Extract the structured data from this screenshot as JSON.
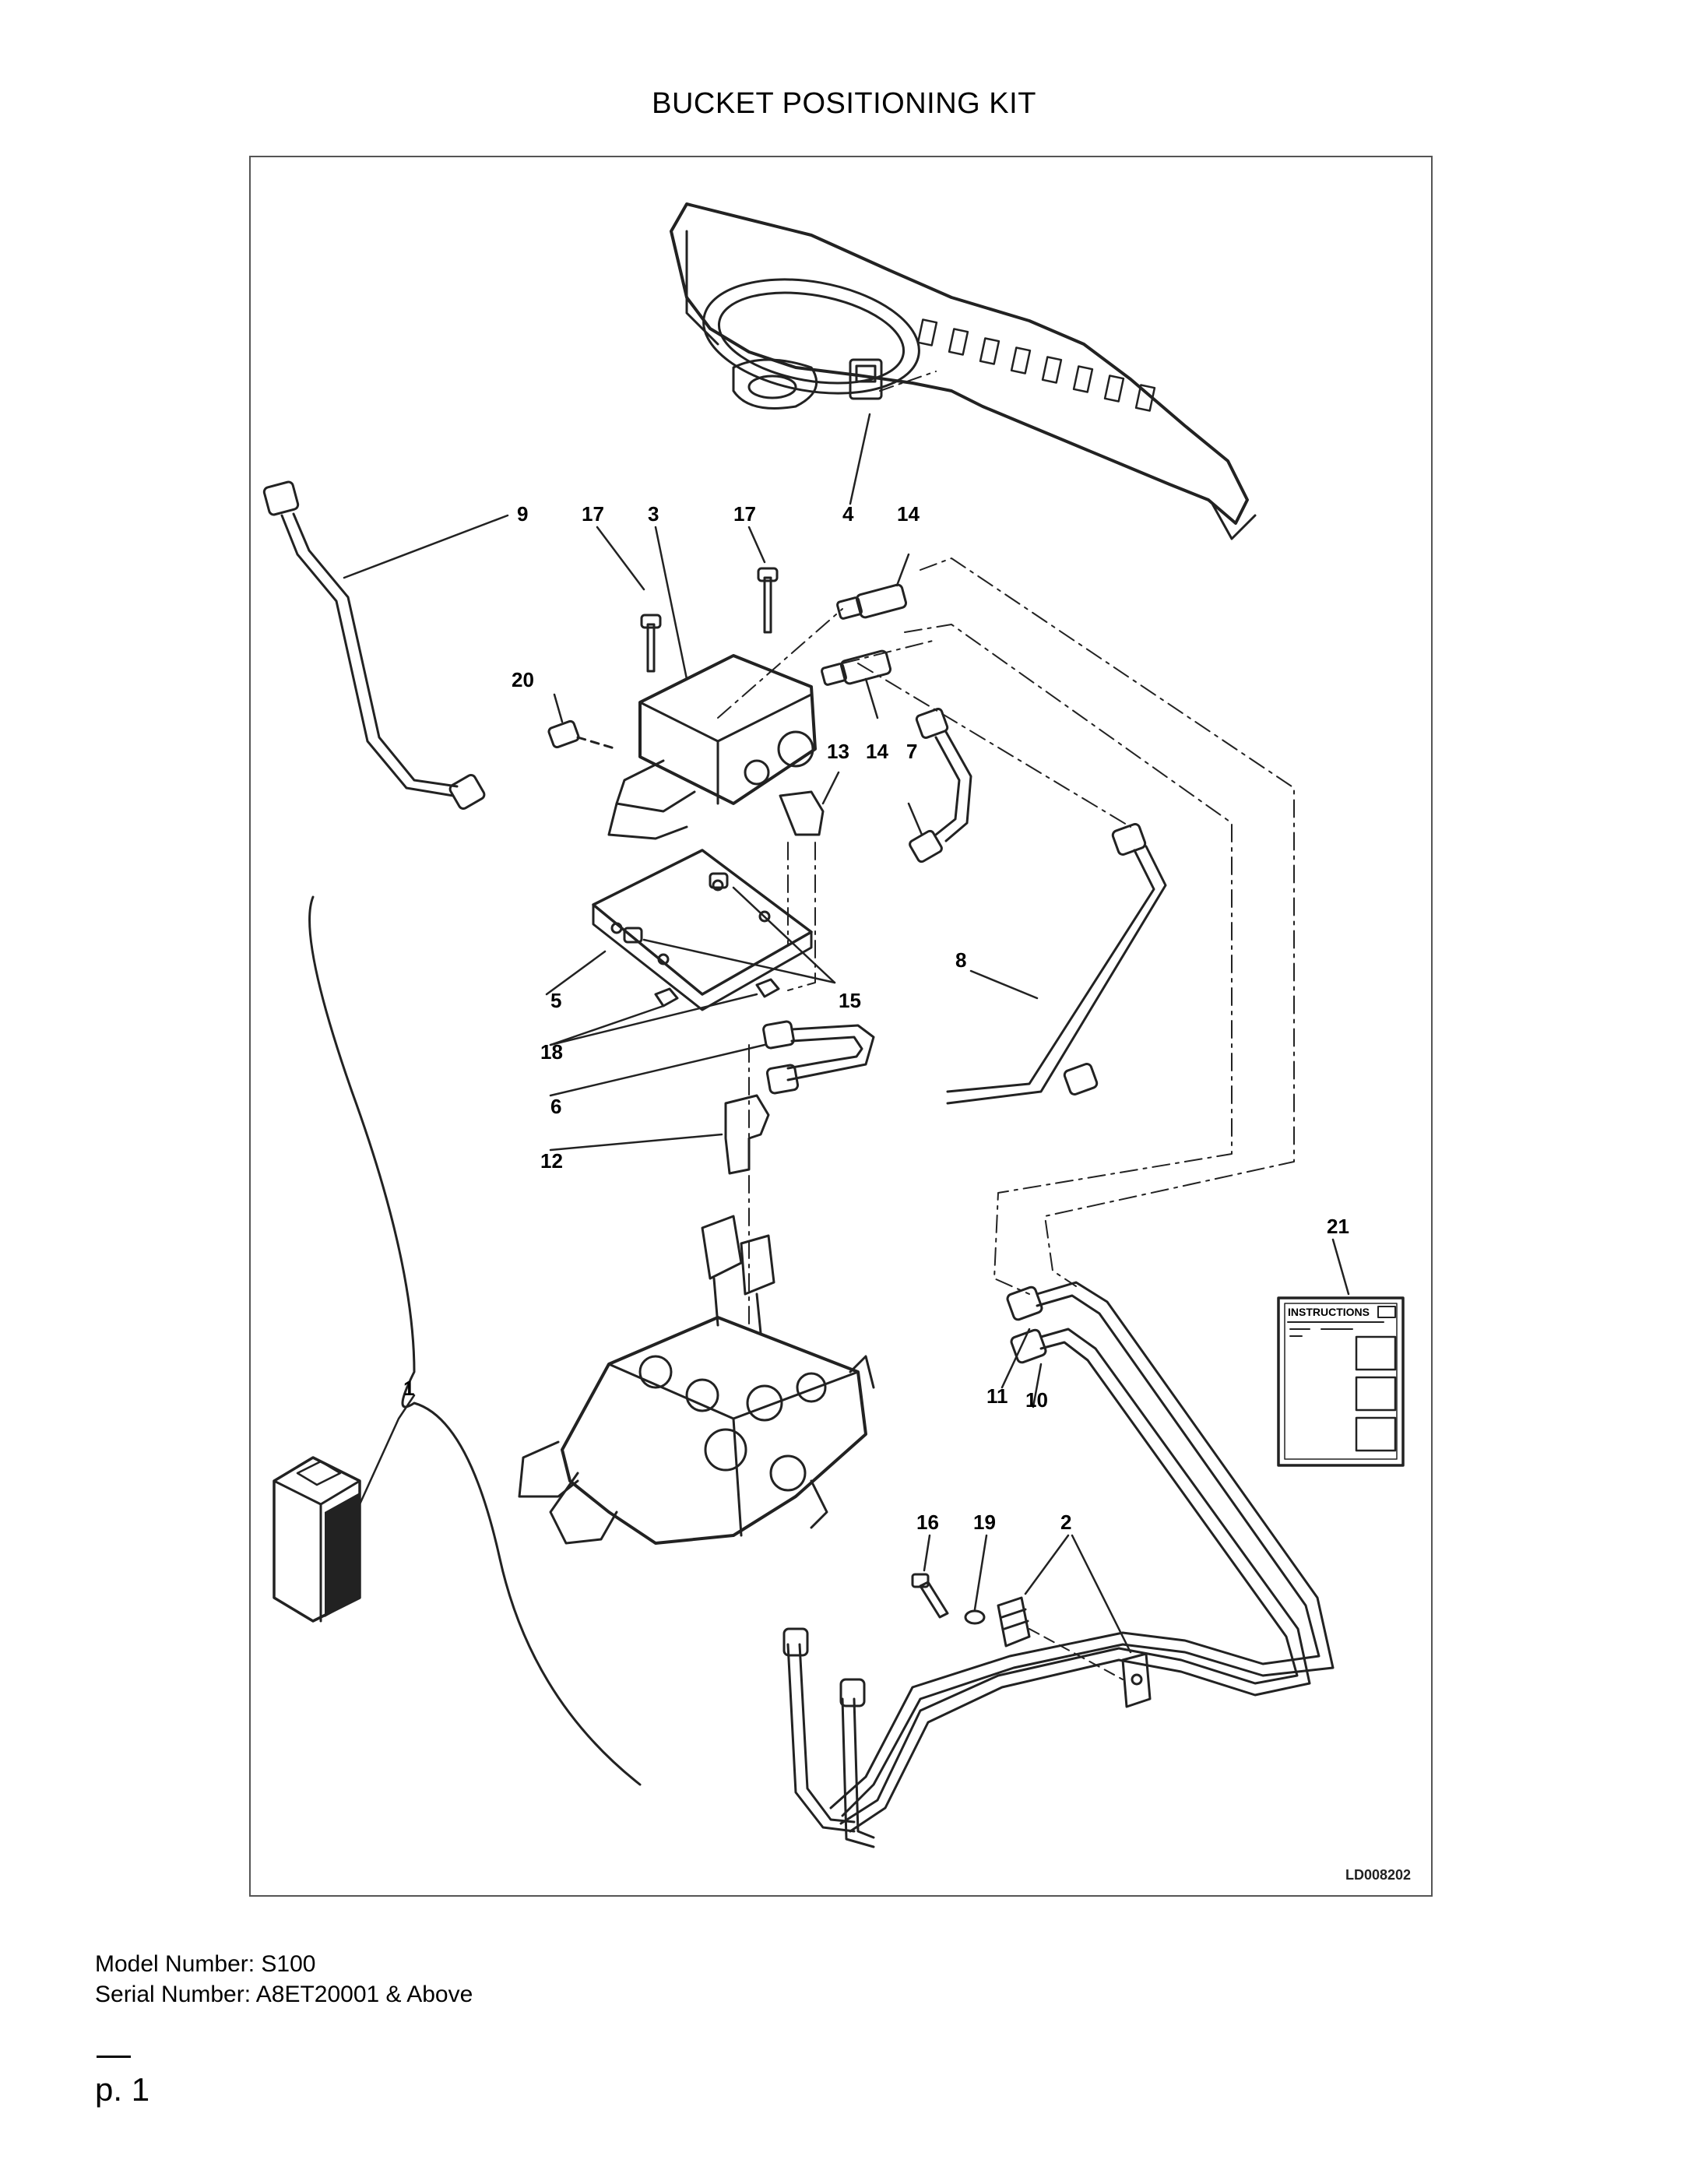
{
  "document": {
    "title": "BUCKET POSITIONING KIT",
    "figure": {
      "code": "LD008202",
      "callouts": [
        "1",
        "2",
        "3",
        "4",
        "5",
        "6",
        "7",
        "8",
        "9",
        "10",
        "11",
        "12",
        "13",
        "14",
        "14",
        "15",
        "16",
        "17",
        "17",
        "18",
        "19",
        "20",
        "21"
      ],
      "instructions_card_title": "INSTRUCTIONS"
    },
    "footer": {
      "model_line": "Model Number: S100",
      "serial_line": "Serial Number: A8ET20001 & Above",
      "page_number": "p. 1"
    }
  }
}
